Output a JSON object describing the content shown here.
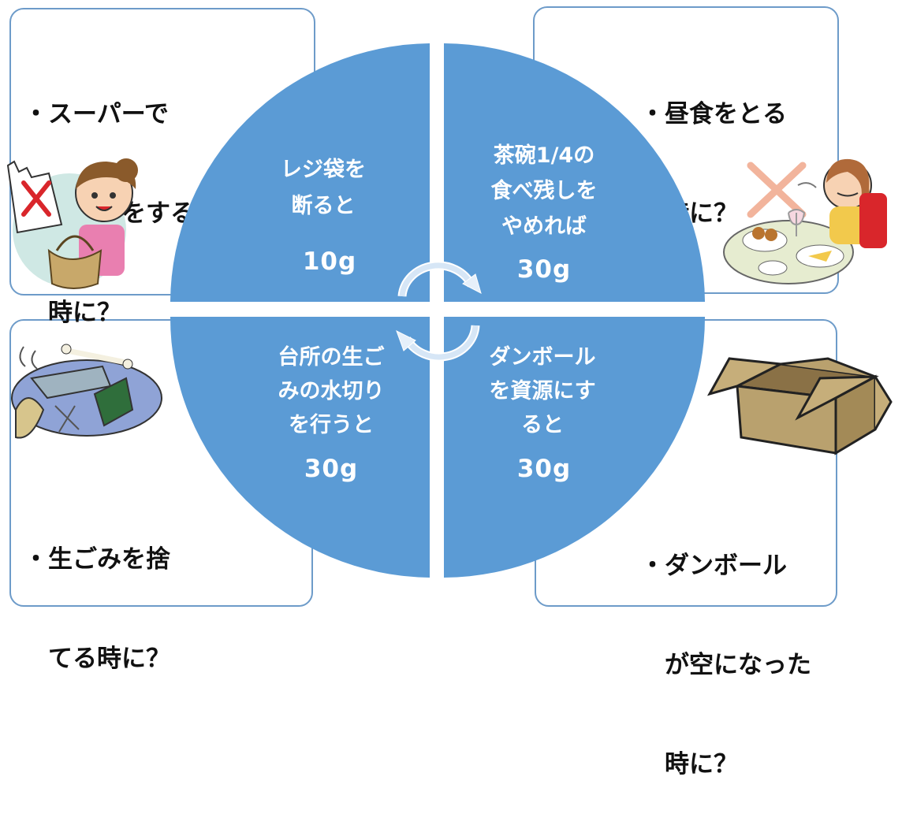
{
  "scenarios": {
    "top_left": {
      "lines": [
        "・スーパーで",
        "　買い物をする",
        "　時に？"
      ]
    },
    "top_right": {
      "lines": [
        "・昼食をとる",
        "　時に？"
      ]
    },
    "bottom_left": {
      "lines": [
        "・生ごみを捨",
        "　てる時に？"
      ]
    },
    "bottom_right": {
      "lines": [
        "・ダンボール",
        "　が空になった",
        "　時に？"
      ]
    }
  },
  "quadrants": {
    "top_left": {
      "label_lines": [
        "レジ袋を",
        "断ると"
      ],
      "value": "10g"
    },
    "top_right": {
      "label_lines": [
        "茶碗1/4の",
        "食べ残しを",
        "やめれば"
      ],
      "value": "30g"
    },
    "bottom_left": {
      "label_lines": [
        "台所の生ご",
        "みの水切り",
        "を行うと"
      ],
      "value": "30g"
    },
    "bottom_right": {
      "label_lines": [
        "ダンボール",
        "を資源にす",
        "ると"
      ],
      "value": "30g"
    }
  },
  "illustrations": {
    "top_left": "shopping-bag-refusal-illustration",
    "top_right": "leftover-lunch-illustration",
    "bottom_left": "kitchen-garbage-illustration",
    "bottom_right": "empty-cardboard-box-illustration"
  },
  "colors": {
    "quadrant_fill": "#5b9bd5",
    "card_border": "#6d9bc9",
    "text_dark": "#111111"
  }
}
